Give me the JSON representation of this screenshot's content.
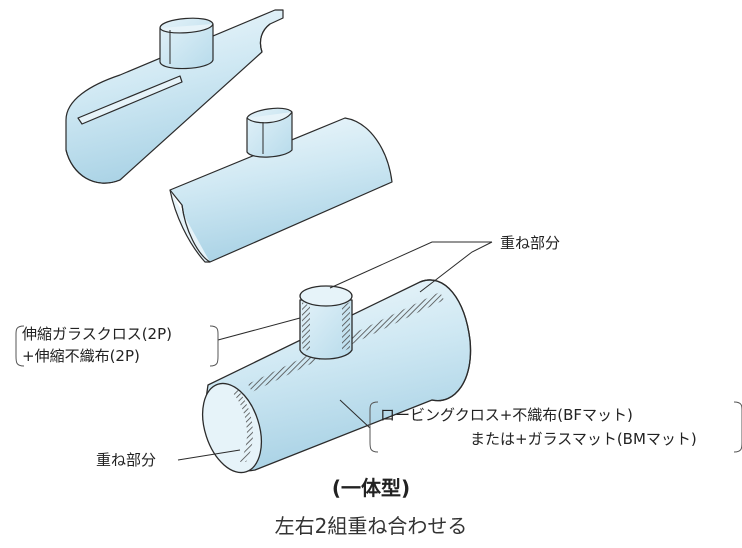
{
  "colors": {
    "pipe_fill": "#cfe8f3",
    "pipe_edge": "#2b2b2b",
    "pipe_interior": "#e6f3f9",
    "hatch": "#555555",
    "text": "#222222"
  },
  "labels": {
    "overlap_top": "重ね部分",
    "left_material_line1": "伸縮ガラスクロス(2P)",
    "left_material_line2": "+伸縮不織布(2P)",
    "right_material_line1": "ロービングクロス+不織布(BFマット)",
    "right_material_line2": "または+ガラスマット(BMマット)",
    "overlap_bottom": "重ね部分"
  },
  "caption": {
    "title": "(一体型)",
    "subtitle": "左右2組重ね合わせる"
  }
}
